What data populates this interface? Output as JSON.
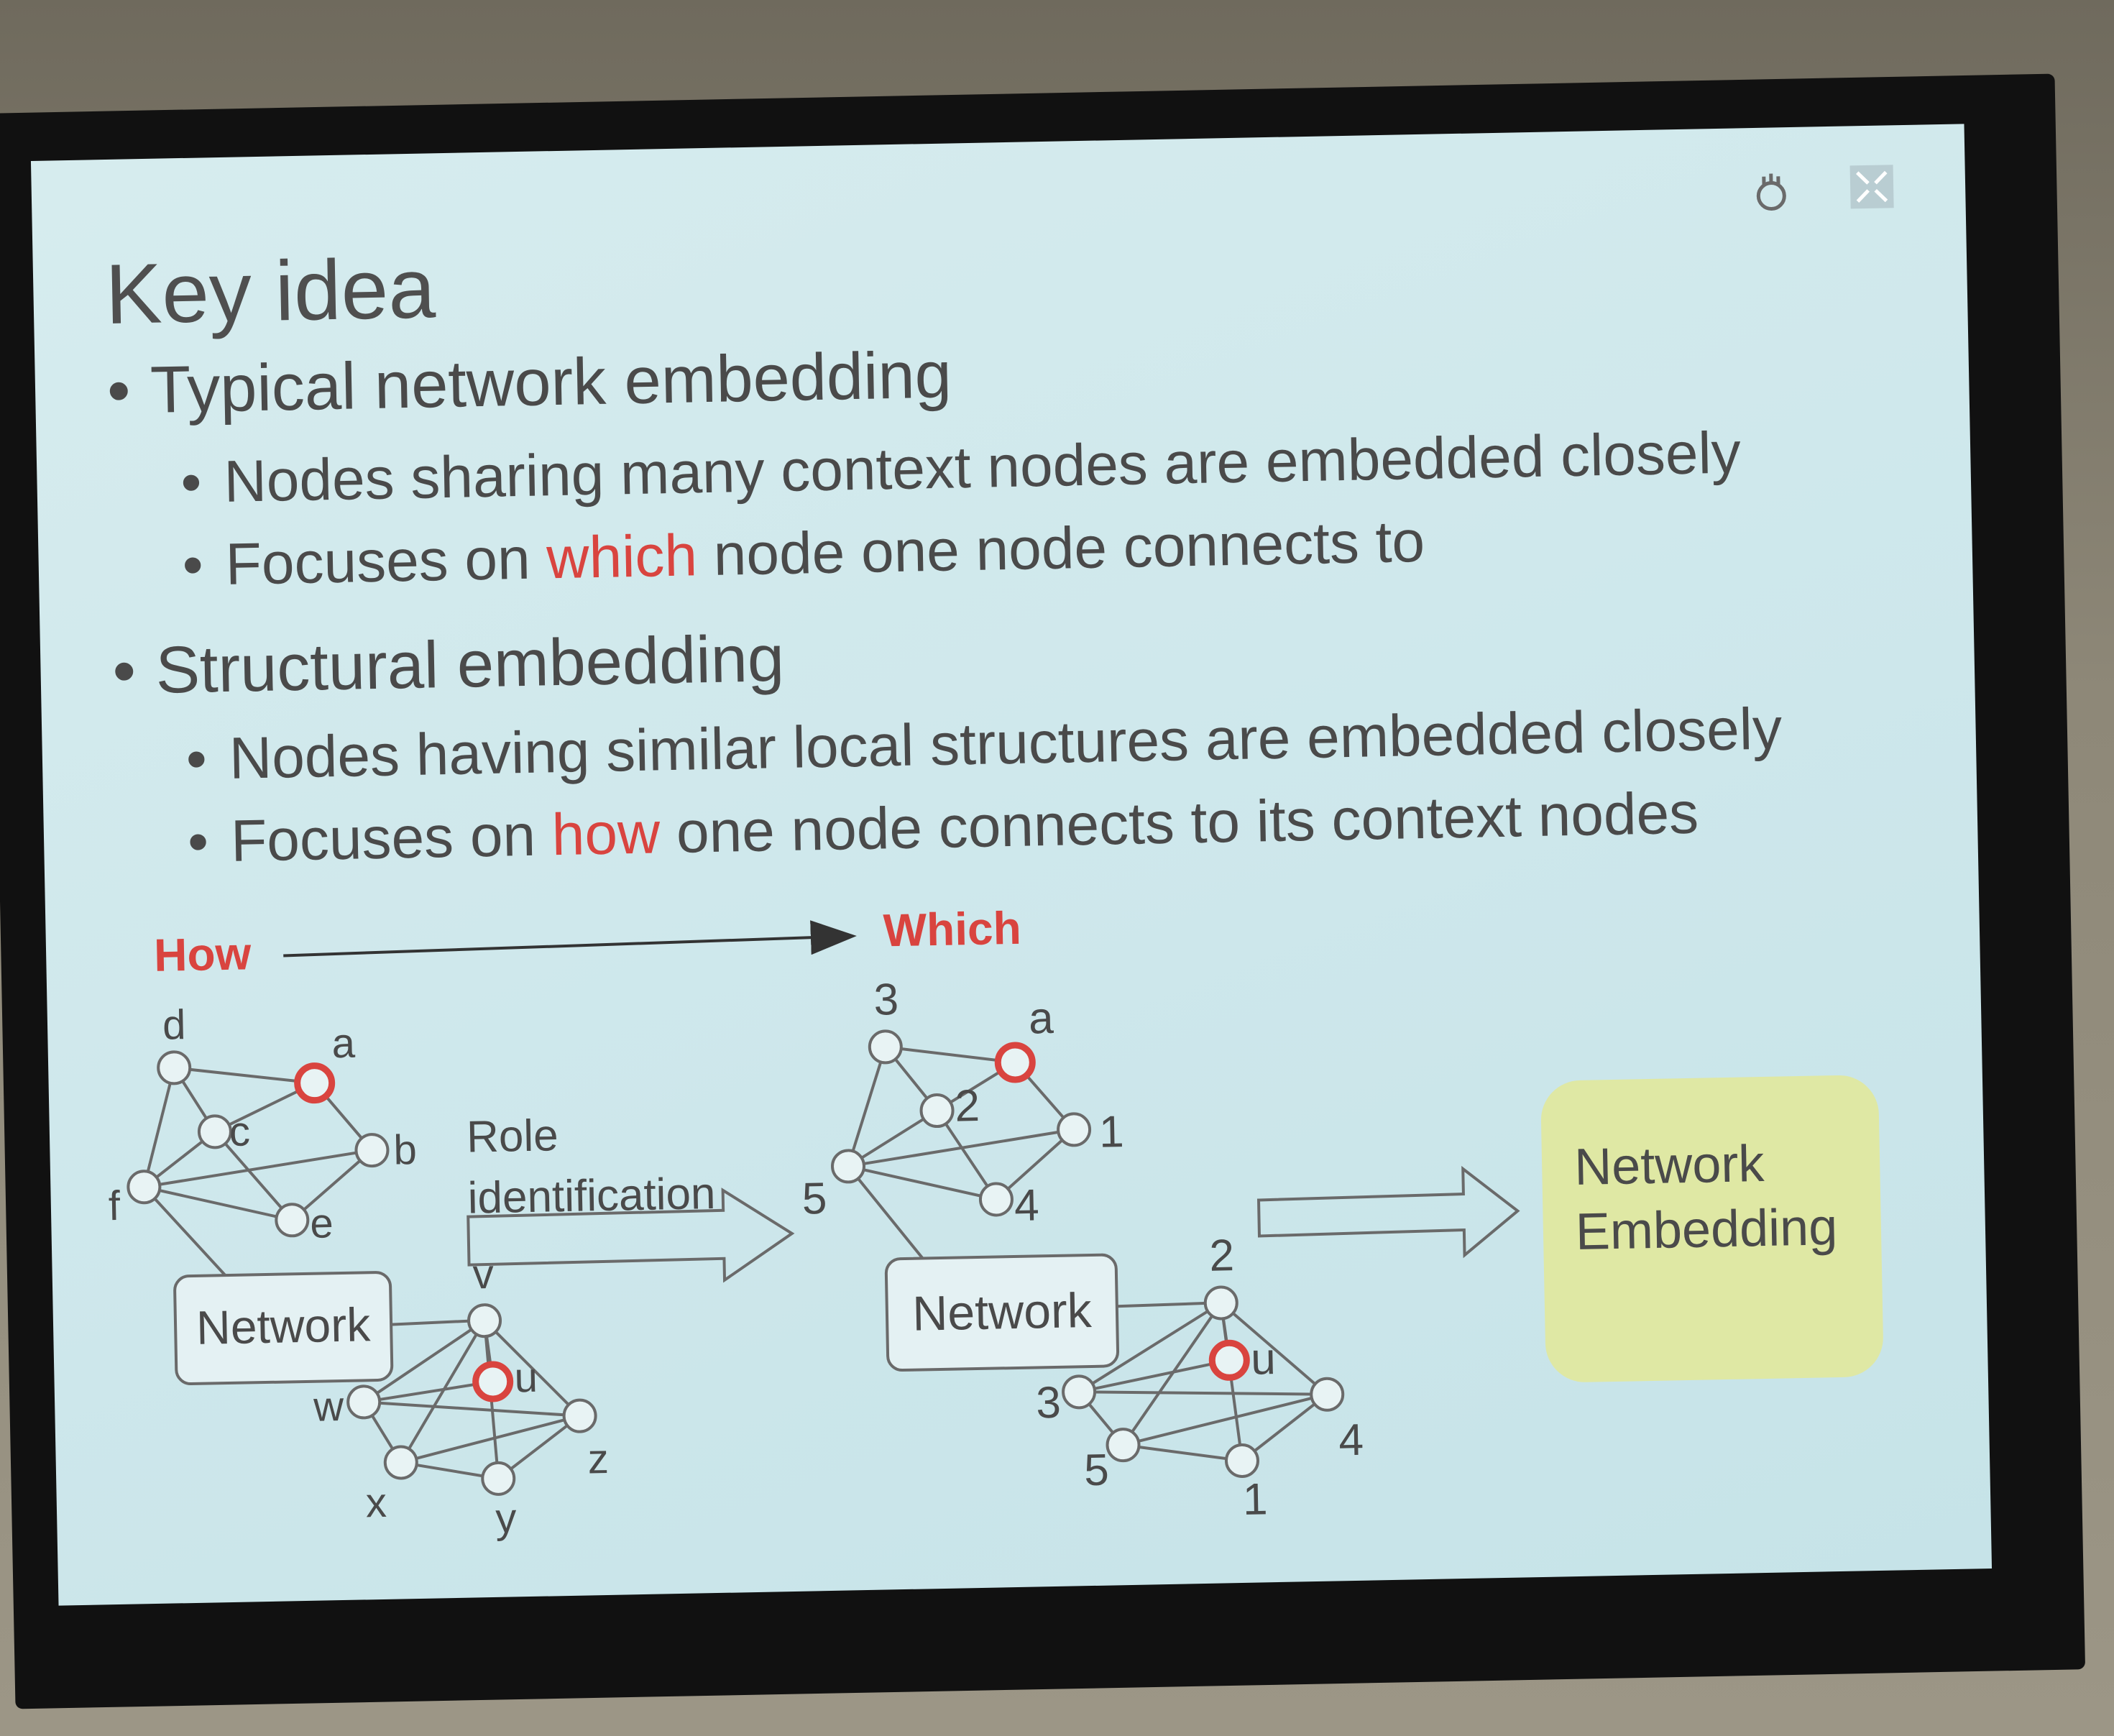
{
  "slide": {
    "title": "Key idea",
    "bullets": [
      {
        "text": "Typical network embedding",
        "sub": [
          {
            "pre": "Nodes sharing many context nodes are embedded closely",
            "hl": "",
            "post": ""
          },
          {
            "pre": "Focuses on ",
            "hl": "which",
            "post": " node one node connects to"
          }
        ]
      },
      {
        "text": "Structural embedding",
        "sub": [
          {
            "pre": "Nodes having similar local structures are embedded closely",
            "hl": "",
            "post": ""
          },
          {
            "pre": "Focuses on ",
            "hl": "how",
            "post": " one node connects to its context nodes"
          }
        ]
      }
    ]
  },
  "diagram": {
    "how_label": "How",
    "which_label": "Which",
    "role_label_1": "Role",
    "role_label_2": "identification",
    "network_box_left": "Network",
    "network_box_right": "Network",
    "embedding_box_1": "Network",
    "embedding_box_2": "Embedding",
    "left_top_nodes": [
      "d",
      "a",
      "c",
      "b",
      "f",
      "e"
    ],
    "left_bottom_nodes": [
      "v",
      "u",
      "w",
      "z",
      "x",
      "y"
    ],
    "right_top_nodes": [
      "3",
      "a",
      "2",
      "1",
      "5",
      "4"
    ],
    "right_bottom_nodes": [
      "2",
      "u",
      "3",
      "4",
      "5",
      "1"
    ]
  },
  "colors": {
    "slide_bg": "#cfe8ec",
    "highlight": "#d9443f",
    "embedding_box": "#dfe8a4",
    "text": "#4a4a4a"
  }
}
